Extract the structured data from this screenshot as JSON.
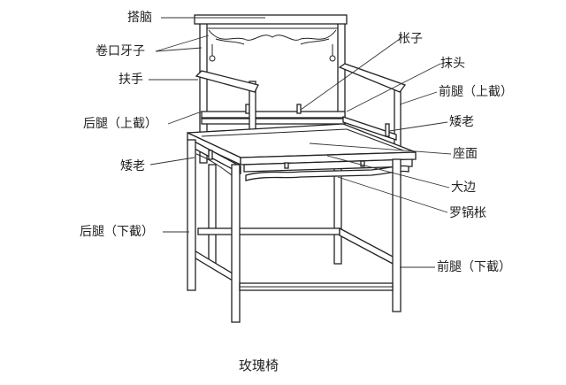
{
  "labels": {
    "dana": "搭脑",
    "juankouyazi": "卷口牙子",
    "fushou": "扶手",
    "houtui_shang": "后腿（上截）",
    "ailao_left": "矮老",
    "houtui_xia": "后腿（下截）",
    "zhangzi": "枨子",
    "motou": "抹头",
    "qiantui_shang": "前腿（上截）",
    "ailao_right": "矮老",
    "zuomian": "座面",
    "dabian": "大边",
    "luoguozhang": "罗锅枨",
    "qiantui_xia": "前腿（下截）"
  },
  "caption": "玫瑰椅"
}
